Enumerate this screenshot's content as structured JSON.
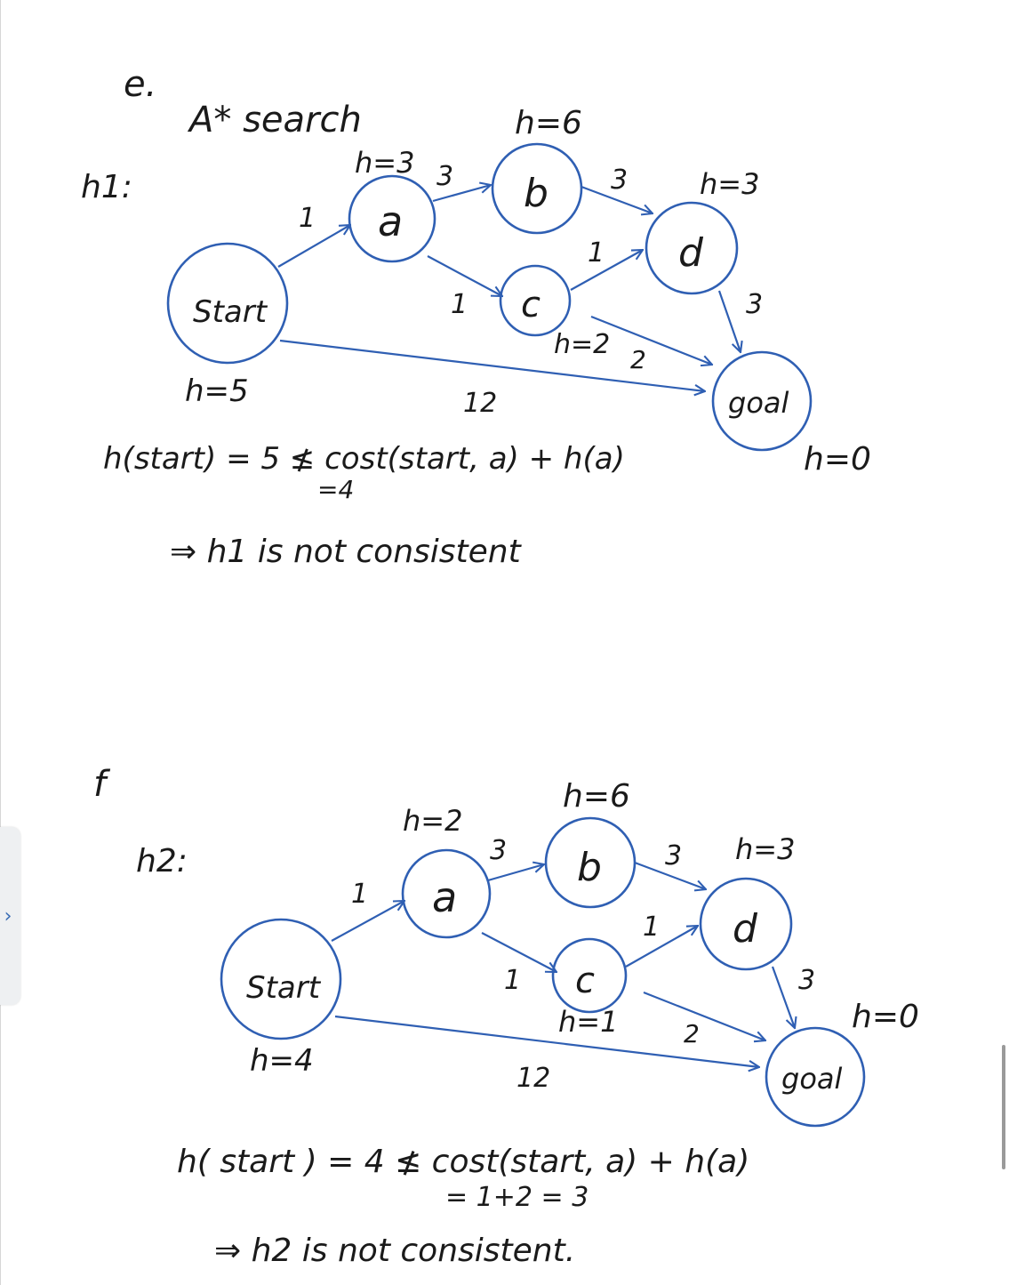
{
  "side_tab": {
    "icon": "chevron-right-icon",
    "glyph": "›"
  },
  "colors": {
    "ink": "#1a1a1a",
    "pen_blue": "#2f5fb3"
  },
  "part_e": {
    "label": "e.",
    "title": "A* search",
    "heuristic_name": "h1:",
    "nodes": {
      "start": {
        "label": "Start",
        "h": "h=5"
      },
      "a": {
        "label": "a",
        "h": "h=3"
      },
      "b": {
        "label": "b",
        "h": "h=6"
      },
      "c": {
        "label": "c",
        "h": "h=2"
      },
      "d": {
        "label": "d",
        "h": "h=3"
      },
      "goal": {
        "label": "goal",
        "h": "h=0"
      }
    },
    "edge_costs": {
      "start_a": "1",
      "a_b": "3",
      "a_c": "1",
      "b_d": "3",
      "c_d": "1",
      "c_goal": "2",
      "d_goal": "3",
      "start_goal": "12"
    },
    "equation": "h(start) = 5 ≰ cost(start, a) + h(a)",
    "equation_sub": "=4",
    "conclusion": "⇒ h1 is not consistent"
  },
  "part_f": {
    "label": "f",
    "heuristic_name": "h2:",
    "nodes": {
      "start": {
        "label": "Start",
        "h": "h=4"
      },
      "a": {
        "label": "a",
        "h": "h=2"
      },
      "b": {
        "label": "b",
        "h": "h=6"
      },
      "c": {
        "label": "c",
        "h": "h=1"
      },
      "d": {
        "label": "d",
        "h": "h=3"
      },
      "goal": {
        "label": "goal",
        "h": "h=0"
      }
    },
    "edge_costs": {
      "start_a": "1",
      "a_b": "3",
      "a_c": "1",
      "b_d": "3",
      "c_d": "1",
      "c_goal": "2",
      "d_goal": "3",
      "start_goal": "12"
    },
    "equation": "h( start ) = 4 ≰ cost(start, a) + h(a)",
    "equation_sub": "= 1+2 = 3",
    "conclusion": "⇒ h2 is not consistent."
  }
}
